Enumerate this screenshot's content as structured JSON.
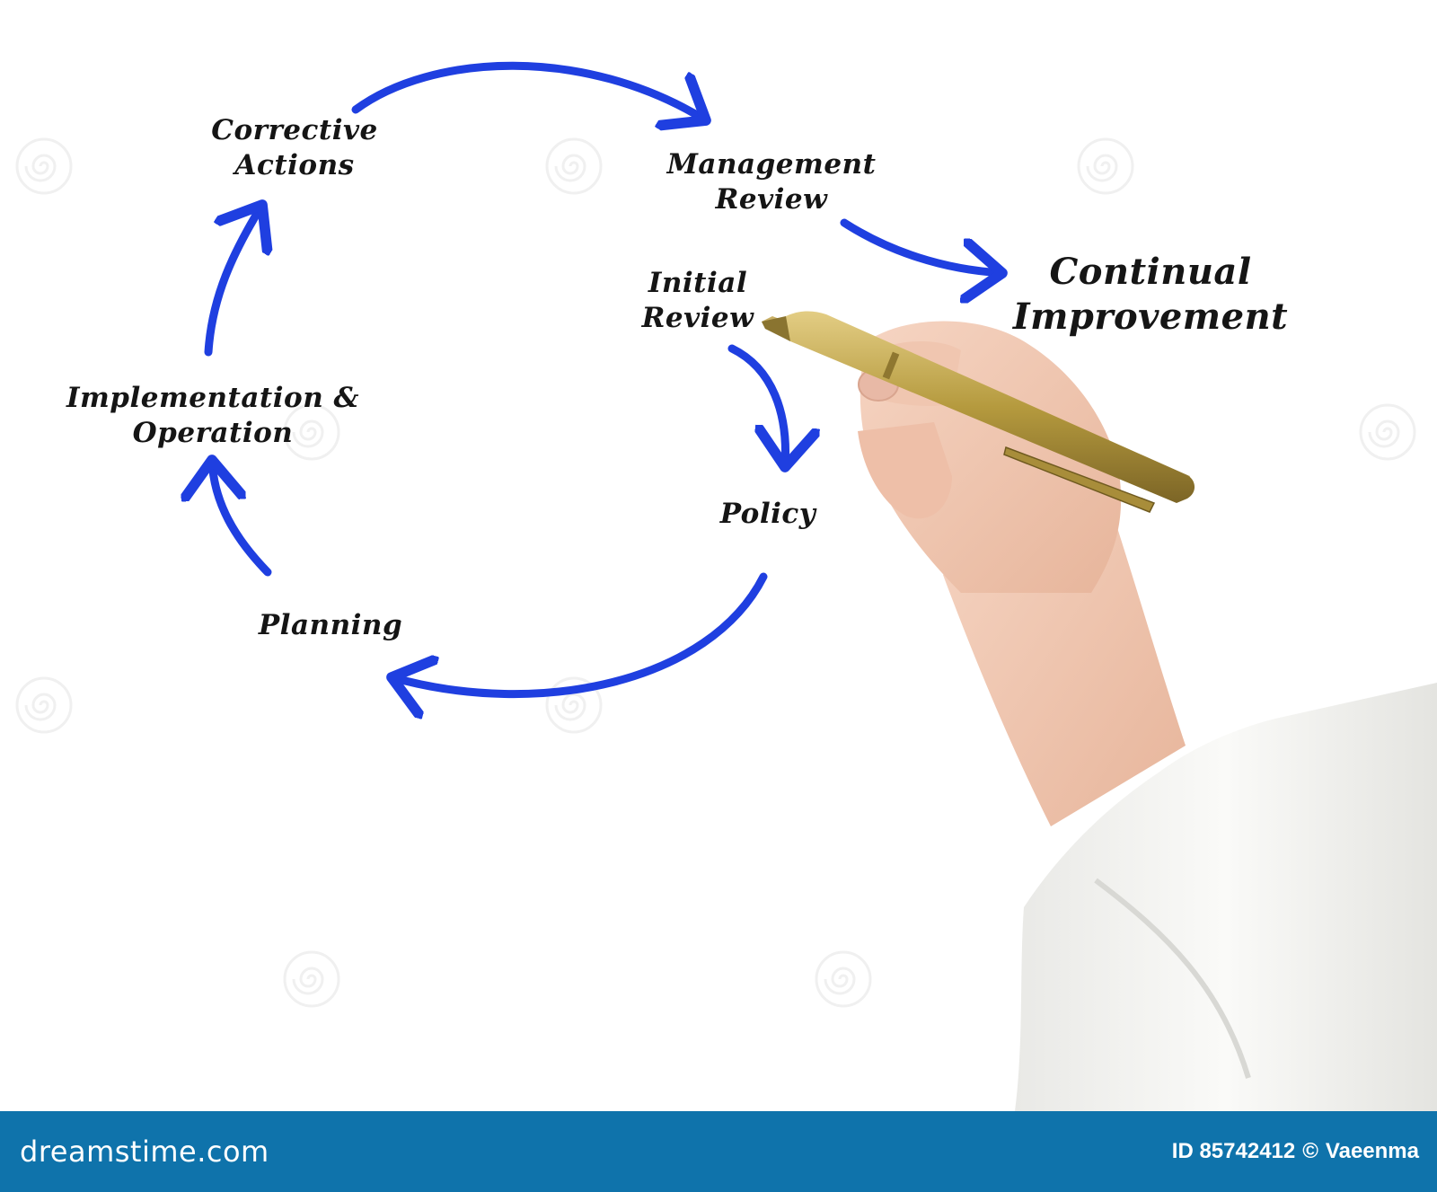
{
  "diagram": {
    "nodes": [
      {
        "id": "corrective",
        "lines": [
          "Corrective",
          "Actions"
        ]
      },
      {
        "id": "management",
        "lines": [
          "Management",
          "Review"
        ]
      },
      {
        "id": "continual",
        "lines": [
          "Continual",
          "Improvement"
        ]
      },
      {
        "id": "initial",
        "lines": [
          "Initial",
          "Review"
        ]
      },
      {
        "id": "implementation",
        "lines": [
          "Implementation &",
          "Operation"
        ]
      },
      {
        "id": "policy",
        "lines": [
          "Policy"
        ]
      },
      {
        "id": "planning",
        "lines": [
          "Planning"
        ]
      }
    ],
    "edges": [
      {
        "from": "initial",
        "to": "policy"
      },
      {
        "from": "policy",
        "to": "planning"
      },
      {
        "from": "planning",
        "to": "implementation"
      },
      {
        "from": "implementation",
        "to": "corrective"
      },
      {
        "from": "corrective",
        "to": "management"
      },
      {
        "from": "management",
        "to": "continual"
      }
    ],
    "arrow_color": "#1f3fe0"
  },
  "footer": {
    "logo": "dreamstime.com",
    "image_id": "ID 85742412",
    "copyright_symbol": "©",
    "author": "Vaeenma",
    "bar_color": "#0f73ab"
  },
  "illustration": {
    "description_icon": "hand-holding-pen-icon",
    "pen_color": "#b59a3e",
    "skin_color": "#f2c9b4",
    "sleeve_color": "#f4f4f2"
  }
}
